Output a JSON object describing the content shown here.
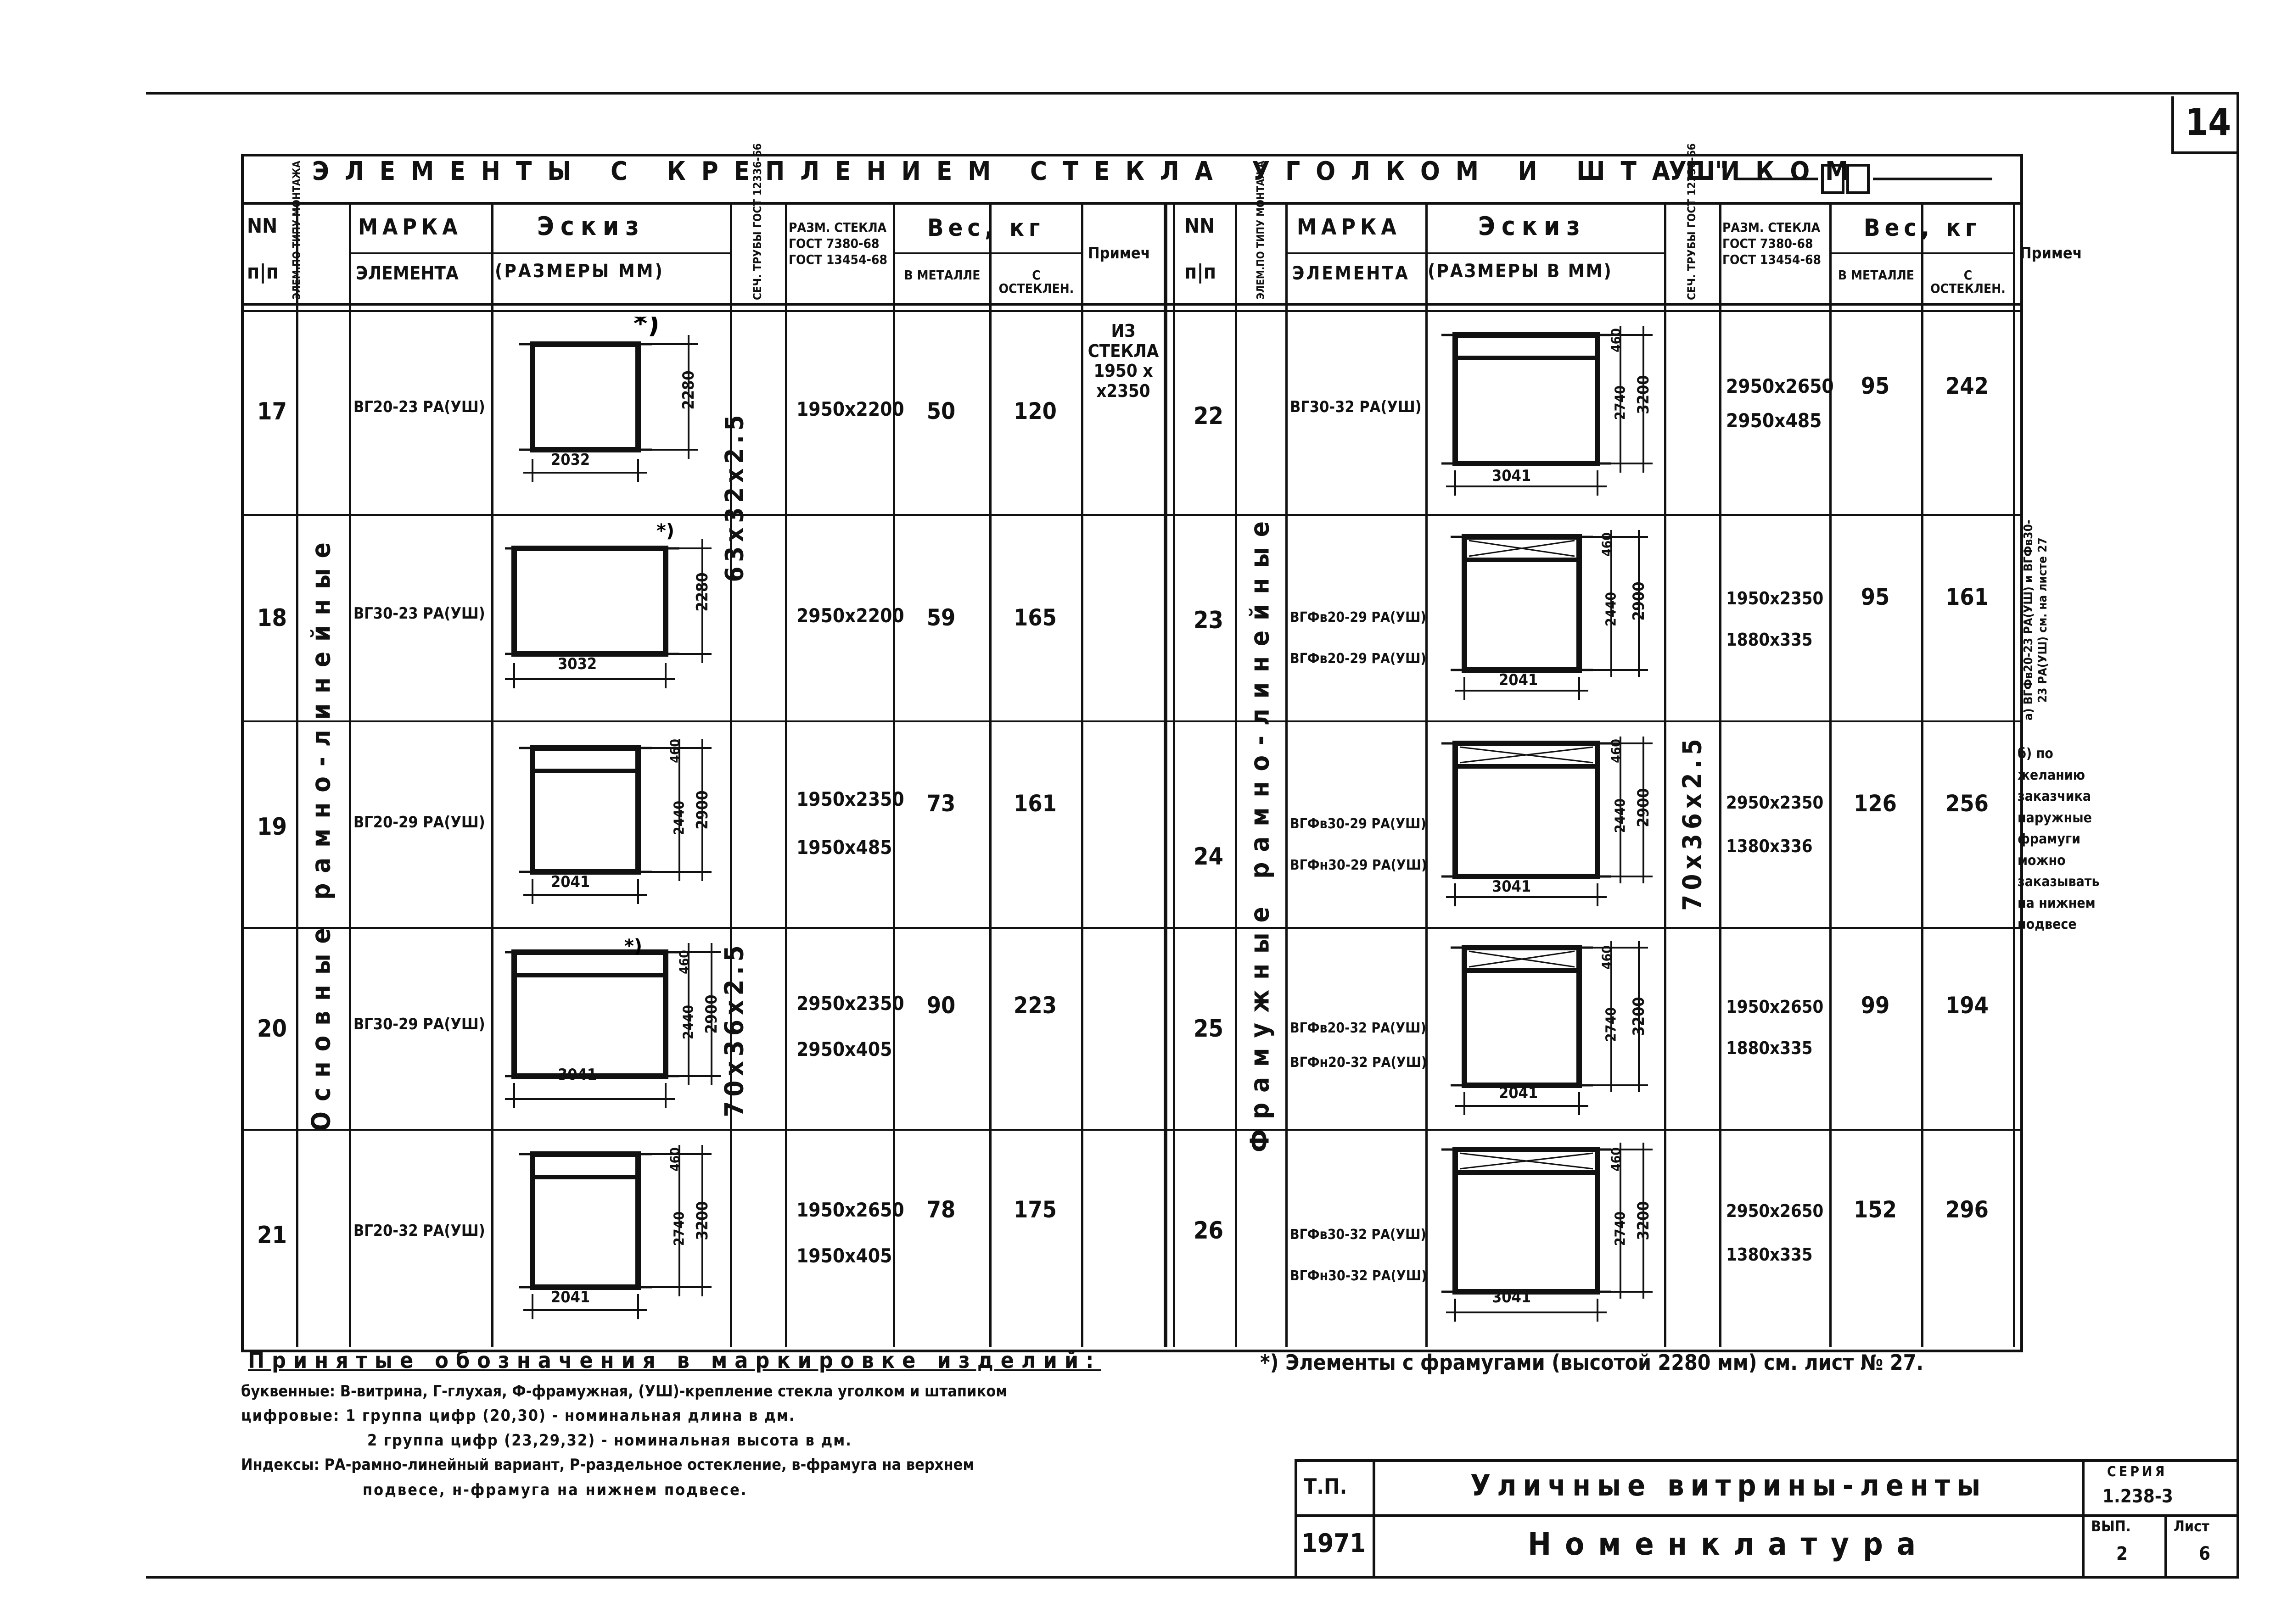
{
  "sheet_number": "14",
  "table_title": "ЭЛЕМЕНТЫ С КРЕПЛЕНИЕМ СТЕКЛА УГОЛКОМ И ШТАПИКОМ",
  "title_suffix": "УШ\"",
  "headers": {
    "nn": "NN",
    "np": "п|п",
    "montage": "ЭЛЕМ.ПО ТИПУ МОНТАЖА",
    "marka": "МАРКА",
    "marka2": "ЭЛЕМЕНТА",
    "eskiz": "Эскиз",
    "eskiz_left_sub": "(РАЗМЕРЫ ММ)",
    "eskiz_right_sub": "(РАЗМЕРЫ В ММ)",
    "pipe": "СЕЧ. ТРУБЫ ГОСТ 12336-66",
    "glass_size_left": "РАЗМ. СТЕКЛА ГОСТ 7380-68 ГОСТ 13454-68",
    "glass_size_right": "РАЗМ. СТЕКЛА ГОСТ 7380-68 ГОСТ 13454-68",
    "weight": "Вес, кг",
    "weight_right": "Вес, кг",
    "metal": "В МЕТАЛЛЕ",
    "glazed": "С ОСТЕКЛЕН.",
    "note": "Примеч",
    "note_right": "Примеч"
  },
  "left_rows": [
    {
      "n": "17",
      "mark": "ВГ20-23 РА(УШ)",
      "dim_w": "2032",
      "dim_h": "2280",
      "glass": "1950х2200",
      "metal": "50",
      "glazed": "120"
    },
    {
      "n": "18",
      "mark": "ВГ30-23 РА(УШ)",
      "dim_w": "3032",
      "dim_h": "2280",
      "glass": "2950х2200",
      "metal": "59",
      "glazed": "165"
    },
    {
      "n": "19",
      "mark": "ВГ20-29 РА(УШ)",
      "dim_w": "2041",
      "dim_h": "2900",
      "dim_h2": "2440",
      "dim_top": "460",
      "glass": "1950х2350",
      "glass2": "1950х485",
      "metal": "73",
      "glazed": "161"
    },
    {
      "n": "20",
      "mark": "ВГ30-29 РА(УШ)",
      "dim_w": "3041",
      "dim_h": "2900",
      "dim_h2": "2440",
      "dim_top": "460",
      "glass": "2950х2350",
      "glass2": "2950х405",
      "metal": "90",
      "glazed": "223"
    },
    {
      "n": "21",
      "mark": "ВГ20-32 РА(УШ)",
      "dim_w": "2041",
      "dim_h": "3200",
      "dim_h2": "2740",
      "dim_top": "460",
      "glass": "1950х2650",
      "glass2": "1950х405",
      "metal": "78",
      "glazed": "175"
    }
  ],
  "left_note": "ИЗ СТЕКЛА 1950 х х2350",
  "left_pipe_1": "63х32х2.5",
  "left_pipe_2": "70х36х2.5",
  "left_montage": "Основные  рамно-линейные",
  "right_rows": [
    {
      "n": "22",
      "mark": "ВГ30-32 РА(УШ)",
      "mark2": "",
      "dim_w": "3041",
      "dim_h": "3200",
      "dim_h2": "2740",
      "dim_top": "460",
      "glass": "2950х2650",
      "glass2": "2950х485",
      "metal": "95",
      "glazed": "242"
    },
    {
      "n": "23",
      "mark": "ВГФв20-29 РА(УШ)",
      "mark2": "ВГФв20-29 РА(УШ)",
      "dim_w": "2041",
      "dim_h": "2900",
      "dim_h2": "2440",
      "dim_top": "460",
      "glass": "1950х2350",
      "glass2": "1880х335",
      "metal": "95",
      "glazed": "161"
    },
    {
      "n": "24",
      "mark": "ВГФв30-29 РА(УШ)",
      "mark2": "ВГФн30-29 РА(УШ)",
      "dim_w": "3041",
      "dim_h": "2900",
      "dim_h2": "2440",
      "dim_top": "460",
      "glass": "2950х2350",
      "glass2": "1380х336",
      "metal": "126",
      "glazed": "256"
    },
    {
      "n": "25",
      "mark": "ВГФв20-32 РА(УШ)",
      "mark2": "ВГФн20-32 РА(УШ)",
      "dim_w": "2041",
      "dim_h": "3200",
      "dim_h2": "2740",
      "dim_top": "460",
      "glass": "1950х2650",
      "glass2": "1880х335",
      "metal": "99",
      "glazed": "194"
    },
    {
      "n": "26",
      "mark": "ВГФв30-32 РА(УШ)",
      "mark2": "ВГФн30-32 РА(УШ)",
      "dim_w": "3041",
      "dim_h": "3200",
      "dim_h2": "2740",
      "dim_top": "460",
      "glass": "2950х2650",
      "glass2": "1380х335",
      "metal": "152",
      "glazed": "296"
    }
  ],
  "right_pipe": "70х36х2.5",
  "right_montage": "Фрамужные  рамно-линейные",
  "right_note_a": "а) ВГФв20-23 РА(УШ) и ВГФв30-23 РА(УШ) см. на листе 27",
  "right_note_b": "б) по желанию заказчика наружные фрамуги можно заказывать на нижнем подвесе",
  "legend_title": "Принятые обозначения в маркировке изделий:",
  "legend_lines": [
    "буквенные: В-витрина, Г-глухая, Ф-фрамужная, (УШ)-крепление стекла уголком и штапиком",
    "цифровые: 1 группа цифр (20,30) - номинальная длина в дм.",
    "2 группа цифр (23,29,32) - номинальная высота в дм.",
    "Индексы: РА-рамно-линейный вариант, Р-раздельное остекление, в-фрамуга на верхнем",
    "подвесе, н-фрамуга на нижнем подвесе."
  ],
  "footnote": "*) Элементы с фрамугами (высотой 2280 мм) см. лист № 27.",
  "stamp": {
    "tp": "Т.П.",
    "year": "1971",
    "title": "Уличные витрины-ленты",
    "subtitle": "Номенклатура",
    "series_label": "СЕРИЯ",
    "series": "1.238-3",
    "issue_label": "ВЫП.",
    "issue": "2",
    "sheet_label": "Лист",
    "sheet": "6"
  }
}
